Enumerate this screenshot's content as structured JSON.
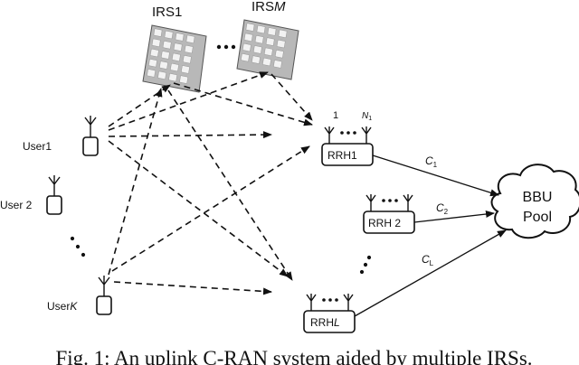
{
  "irs": {
    "label_first": "IRS1",
    "label_last_prefix": "IRS",
    "label_last_sub": "M"
  },
  "users": {
    "user1": "User1",
    "user2": "User 2",
    "userK_prefix": "User",
    "userK_sub": "K"
  },
  "rrh": {
    "rrh1": "RRH1",
    "rrh2": "RRH 2",
    "rrhL_prefix": "RRH",
    "rrhL_sub": "L",
    "antenna_first": "1",
    "antenna_last_prefix": "N",
    "antenna_last_sub": "1"
  },
  "links": {
    "c_prefix": "C",
    "c1_sub": "1",
    "c2_sub": "2",
    "cL_sub": "L"
  },
  "bbu": {
    "line1": "BBU",
    "line2": "Pool"
  },
  "caption": "Fig. 1: An uplink C-RAN system aided by multiple IRSs."
}
